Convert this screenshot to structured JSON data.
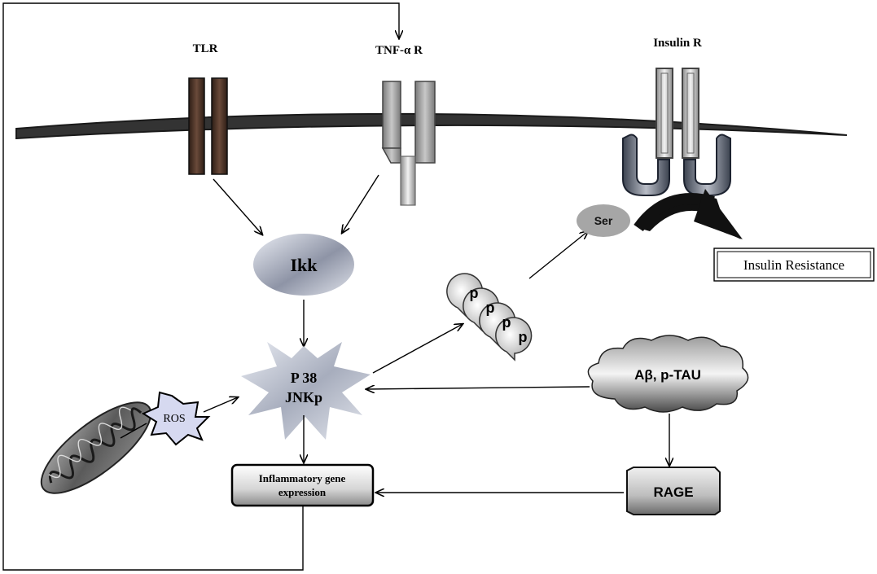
{
  "receptors": {
    "tlr": "TLR",
    "tnf": "TNF-α R",
    "insulin": "Insulin R"
  },
  "nodes": {
    "ikk": "Ikk",
    "p38_line1": "P 38",
    "p38_line2": "JNKp",
    "ros": "ROS",
    "inflammatory_line1": "Inflammatory gene",
    "inflammatory_line2": "expression",
    "abeta": "Aβ, p-TAU",
    "rage": "RAGE",
    "ser": "Ser",
    "insulin_resistance": "Insulin Resistance",
    "p_labels": [
      "p",
      "p",
      "p",
      "p"
    ]
  },
  "colors": {
    "tlr_receptor": "#4a3328",
    "membrane": "#2a2a2a",
    "ros_fill": "#d6d9f0",
    "line": "#000000"
  }
}
